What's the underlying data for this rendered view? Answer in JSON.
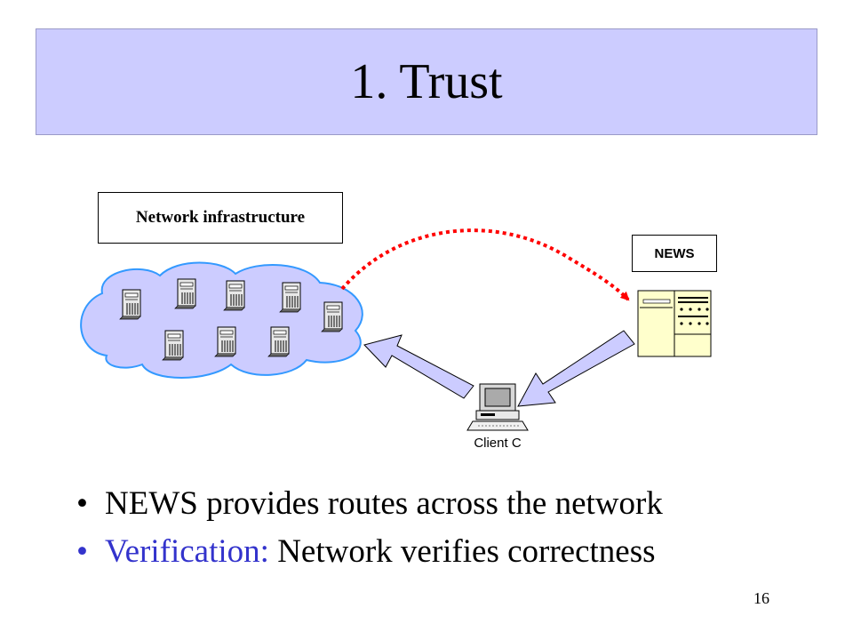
{
  "slide": {
    "title": "1. Trust",
    "page_number": "16"
  },
  "diagram": {
    "network_label": "Network infrastructure",
    "news_label": "NEWS",
    "client_label": "Client C",
    "colors": {
      "title_bg": "#ccccff",
      "cloud_fill": "#ccccff",
      "cloud_stroke": "#3399ff",
      "dotted_arrow": "#ff0000",
      "block_arrow_fill": "#ccccff",
      "news_fill": "#ffffcc"
    }
  },
  "bullets": [
    {
      "text": "NEWS provides routes across the network"
    },
    {
      "term": "Verification:",
      "text": " Network verifies correctness"
    }
  ]
}
